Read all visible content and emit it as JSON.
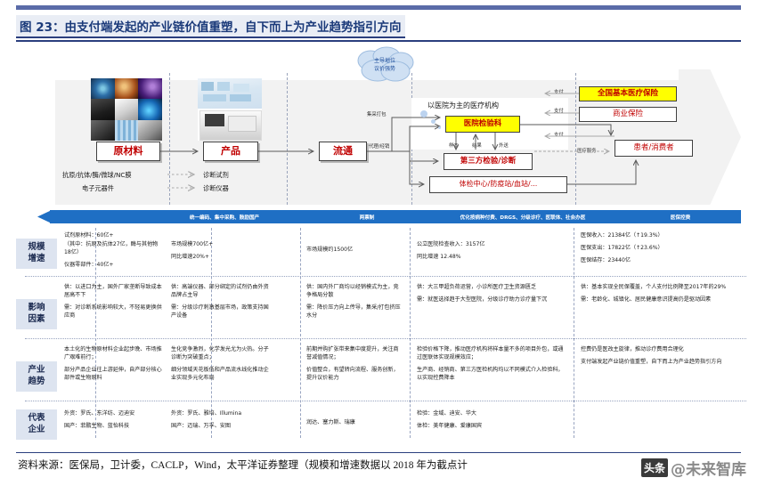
{
  "figure": {
    "title": "图 23：由支付端发起的产业链价值重塑，自下而上为产业趋势指引方向"
  },
  "diagram": {
    "cloud": {
      "line1": "主导地位",
      "line2": "议价强势"
    },
    "nodes": {
      "raw_material": "原材料",
      "product": "产品",
      "distribution": "流通",
      "hospital_lab": "医院检验科",
      "third_party": "第三方检验/诊断",
      "checkup_center": "体检中心/防疫站/血站/...",
      "medical_org": "以医院为主的医疗机构",
      "national_insurance": "全国基本医疗保险",
      "commercial_insurance": "商业保险",
      "patient": "患者/消费者"
    },
    "sub_labels": {
      "raw_1": "抗原/抗体/酶/微球/NC膜",
      "raw_2": "电子元器件",
      "prod_1": "诊断试剂",
      "prod_2": "诊断仪器"
    },
    "arrow_labels": {
      "bundled_procurement": "集采打包",
      "agent_distribution": "代理/经销",
      "sample": "样本",
      "result": "结果",
      "outsource": "外送",
      "pay_1": "支付",
      "pay_2": "支付",
      "pay_3": "支付",
      "medical_service": "医疗服务"
    }
  },
  "blue_bar": {
    "segments": [
      "统一编码、集中采购、鼓励国产",
      "两票制",
      "优化按病种付费、DRGS、分级诊疗、医联体、社会办医",
      "医保控费"
    ]
  },
  "table": {
    "rows": [
      {
        "label": "规模\n增速",
        "cells": [
          [
            "试剂原材料：60亿+",
            "（其中：抗原及抗体27亿，酶与其他物18亿）",
            "仪器零部件：40亿+"
          ],
          [
            "市场规模700亿+",
            "同比增速20%+"
          ],
          [
            "市场规模约1500亿"
          ],
          [
            "公立医院检查收入：3157亿",
            "同比增速 12.48%"
          ],
          [
            "医保收入：21384亿（↑19.3%）",
            "医保支出：17822亿（↑23.6%）",
            "医保结存：23440亿"
          ]
        ]
      },
      {
        "label": "影响\n因素",
        "cells": [
          [
            "供：以进口为主，国外厂家垄断导致成本居高不下",
            "需：对诊断系统影响较大，不轻易更换供应商"
          ],
          [
            "供：高端仪器、部分绑定的试剂仍由外资品牌占主导",
            "需：分级诊疗刺激基层市场，政策支持国产设备"
          ],
          [
            "供：国内外厂商均以经销模式为主，竞争格局分散",
            "需：降价压力向上传导，集采/打包挤压水分"
          ],
          [
            "供：大三甲超负荷运营，小诊所医疗卫生资源匮乏",
            "需：就医选择趋于大型医院，分级诊疗助力诊疗量下沉"
          ],
          [
            "供：基本实现全民保覆盖，个人支付比例降至2017年的29%",
            "需：老龄化、城镇化、居民健康意识提高仍是驱动因素"
          ]
        ]
      },
      {
        "label": "产业\n趋势",
        "cells": [
          [
            "本土化的生物原材料企业起步晚、市场推广艰难前行；",
            "部分产品企业往上游延伸，自产部分核心部件或生物原料"
          ],
          [
            "生化竞争激烈，化学发光尤为火热。分子诊断为突破重点；",
            "细分领域天花板低和产品流水线化推动企业实现多元化布局"
          ],
          [
            "前期并购扩张带来集中度提升，关注商誉减值情况；",
            "价值整合，有望转向流程、服务创新，提升议价能力"
          ],
          [
            "检验价格下降，推动医疗机构将样本量不多的项目外包，或通过医联体实现规模效应；",
            "生产商、经销商、第三方医检机构均以不同模式介入检验科，以实现控费降本"
          ],
          [
            "控费仍是医改主旋律，推动诊疗费用合理化",
            "支付端发起产业链价值重塑，自下而上为产业趋势指引方向"
          ]
        ]
      },
      {
        "label": "代表\n企业",
        "cells": [
          [
            "外资：罗氏、东洋纺、迈迪安",
            "国产：菲鹏生物、蓝怡科技"
          ],
          [
            "外资：罗氏、雅培、Illumina",
            "国产：迈瑞、万孚、安图"
          ],
          [
            "润达、塞力斯、瑞康"
          ],
          [
            "检验：金域、迪安、华大",
            "体检：美年健康、爱康国宾"
          ],
          []
        ]
      }
    ]
  },
  "footer": {
    "source": "资料来源：医保局，卫计委，CACLP，Wind，太平洋证券整理（规模和增速数据以 2018 年为截点计"
  },
  "watermark": {
    "badge": "头条",
    "text": "@未来智库"
  },
  "colors": {
    "accent_blue": "#1f6fc4",
    "title_blue": "#2b3f7e",
    "highlight_yellow": "#ffff00",
    "node_red": "#c00000",
    "rowlabel_bg": "#dde4f0"
  }
}
